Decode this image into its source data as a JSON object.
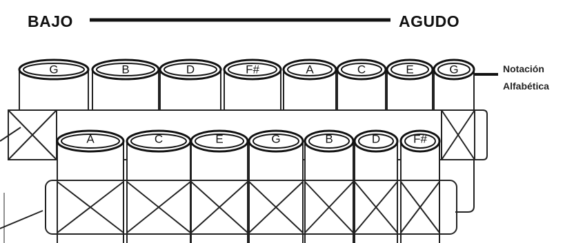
{
  "range": {
    "low": "BAJO",
    "high": "AGUDO"
  },
  "notation_label": [
    "Notación",
    "Alfabética"
  ],
  "back_row_notes": [
    "G",
    "B",
    "D",
    "F#",
    "A",
    "C",
    "E",
    "G"
  ],
  "front_row_notes": [
    "A",
    "C",
    "E",
    "G",
    "B",
    "D",
    "F#"
  ],
  "colors": {
    "ink": "#111111",
    "paper": "#ffffff"
  }
}
